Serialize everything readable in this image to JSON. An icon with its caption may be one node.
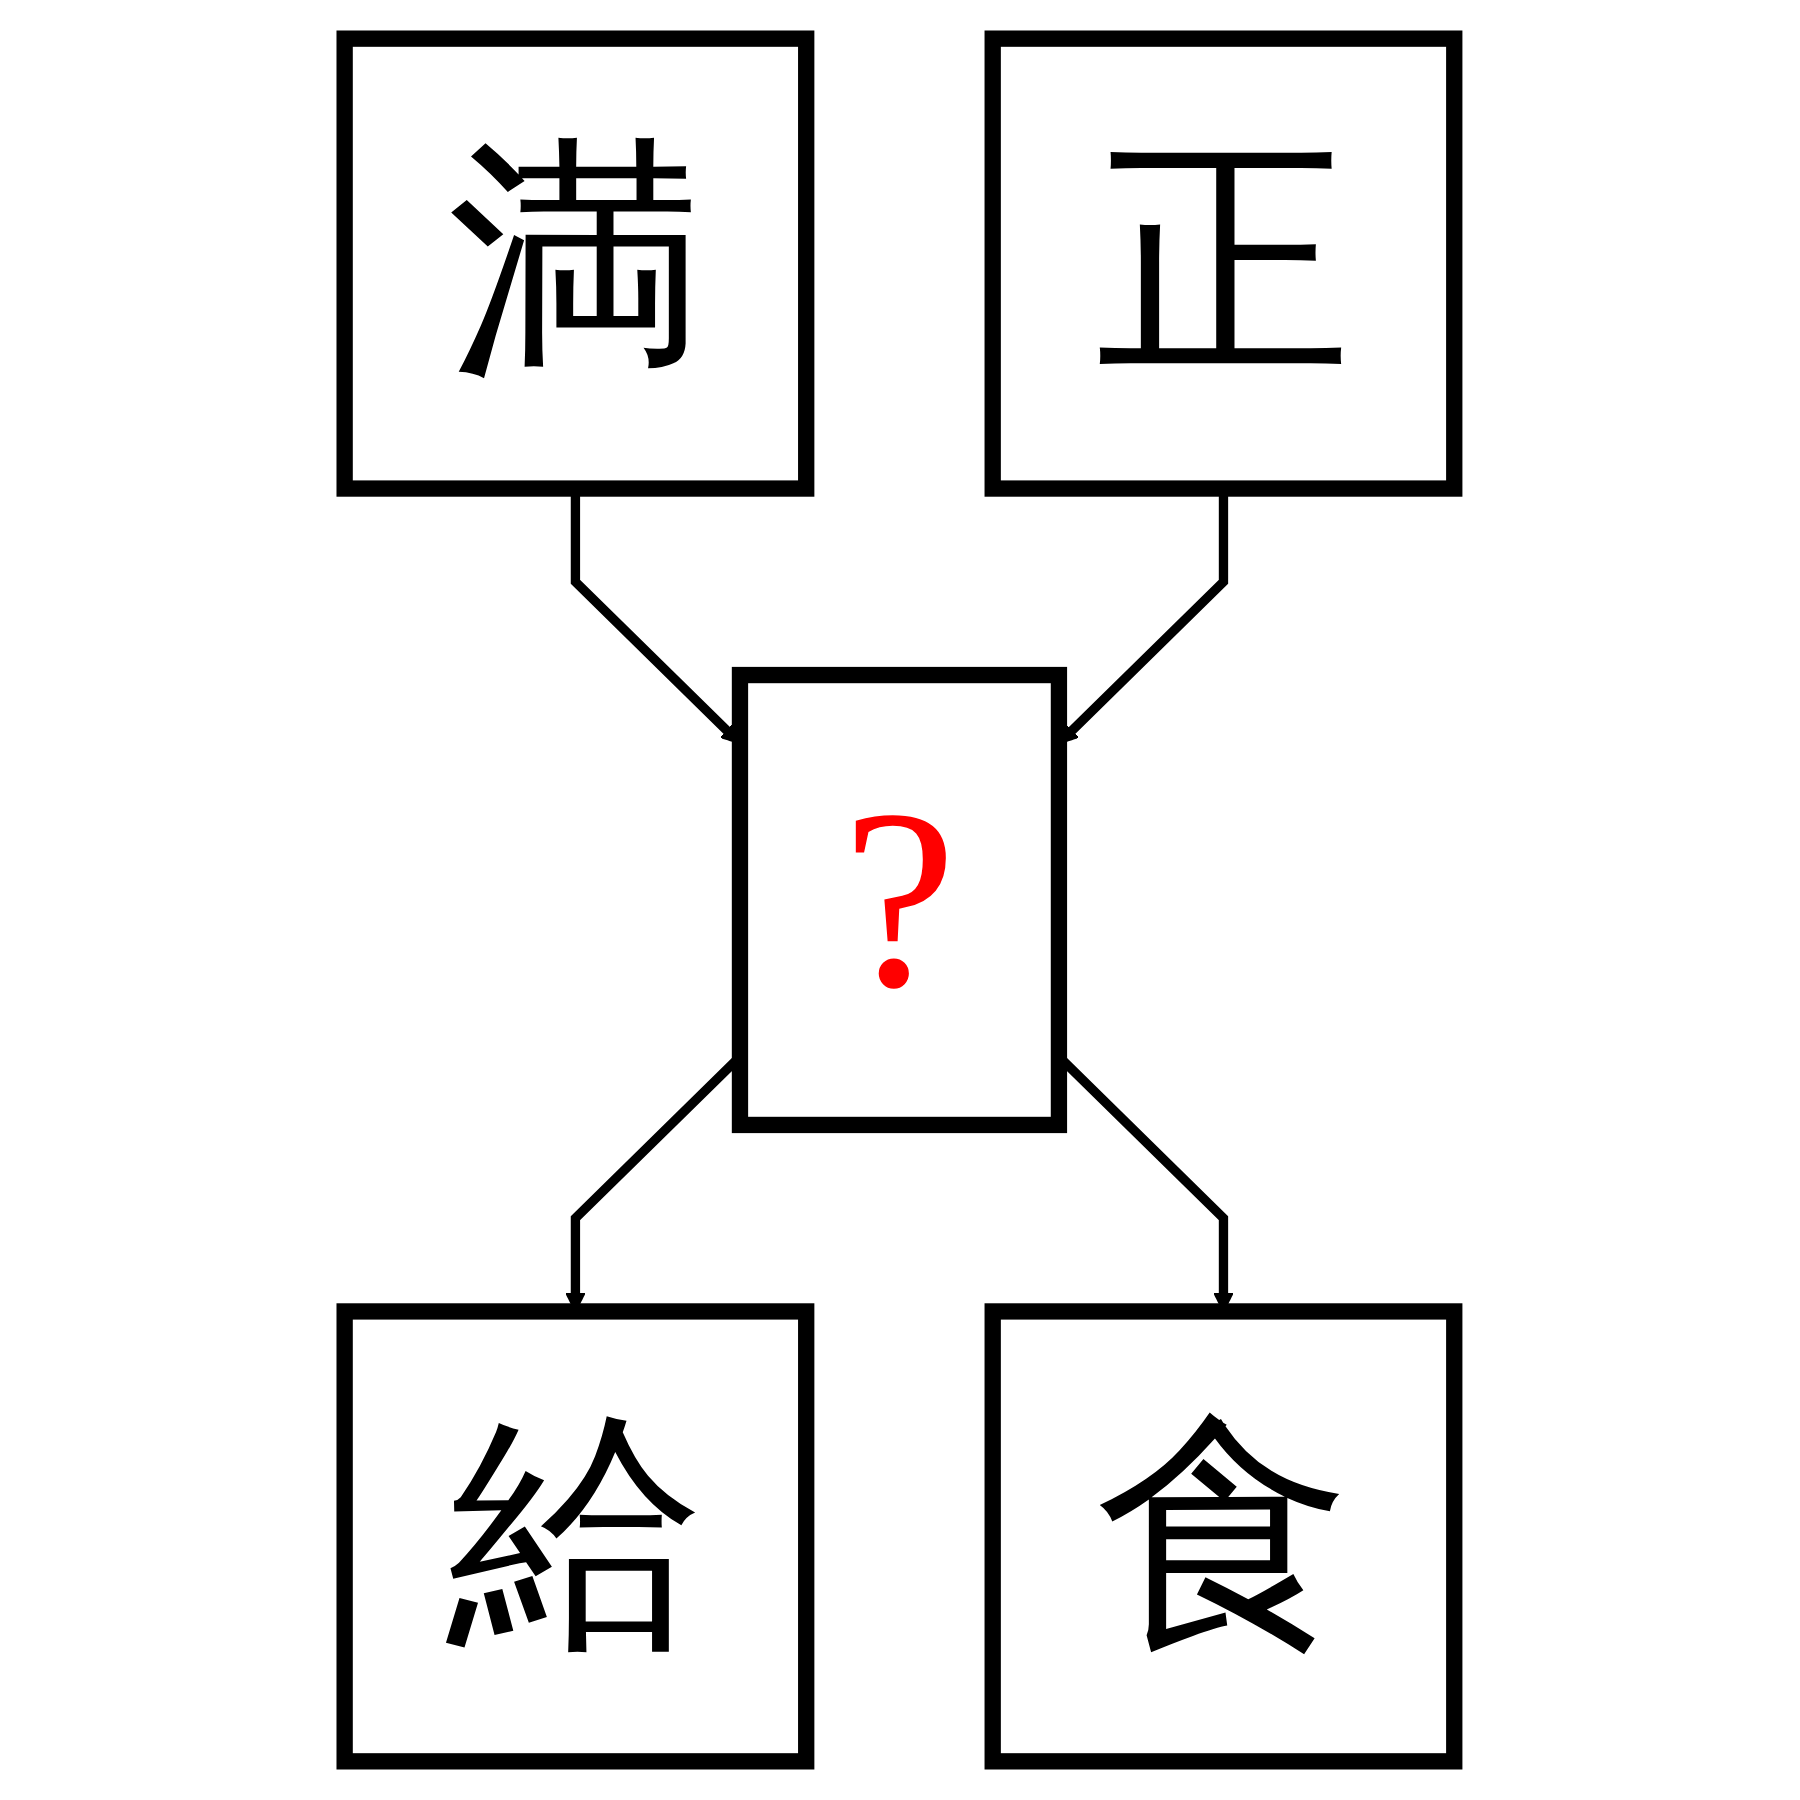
{
  "diagram": {
    "nodes": [
      {
        "text": [
          "満"
        ]
      },
      {
        "text": [
          "正"
        ]
      },
      {
        "text": [
          "?"
        ]
      },
      {
        "text": [
          "給"
        ]
      },
      {
        "text": [
          "食"
        ]
      }
    ],
    "edges": [
      {
        "from": 0,
        "to": 2,
        "arrow": "to"
      },
      {
        "from": 1,
        "to": 2,
        "arrow": "to"
      },
      {
        "from": 2,
        "to": 3,
        "arrow": "to"
      },
      {
        "from": 2,
        "to": 4,
        "arrow": "to"
      }
    ]
  }
}
